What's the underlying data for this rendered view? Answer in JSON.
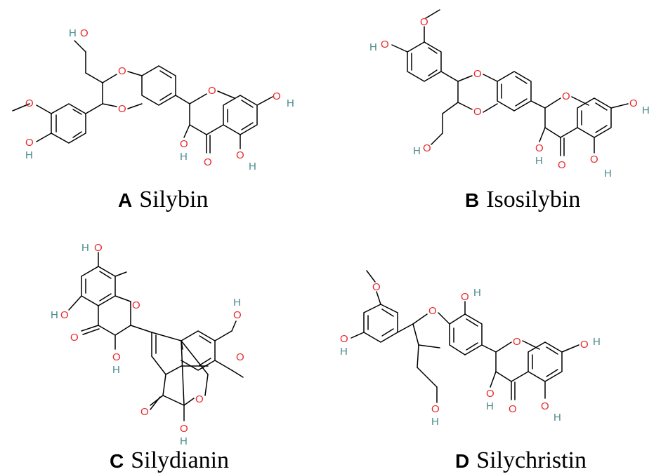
{
  "colors": {
    "oxygen": "#e8282a",
    "hydrogen": "#4a8a8a",
    "bond": "#000000"
  },
  "atoms": {
    "O": "O",
    "H": "H"
  },
  "panels": [
    {
      "letter": "A",
      "name": "Silybin"
    },
    {
      "letter": "B",
      "name": "Isosilybin"
    },
    {
      "letter": "C",
      "name": "Silydianin"
    },
    {
      "letter": "D",
      "name": "Silychristin"
    }
  ]
}
